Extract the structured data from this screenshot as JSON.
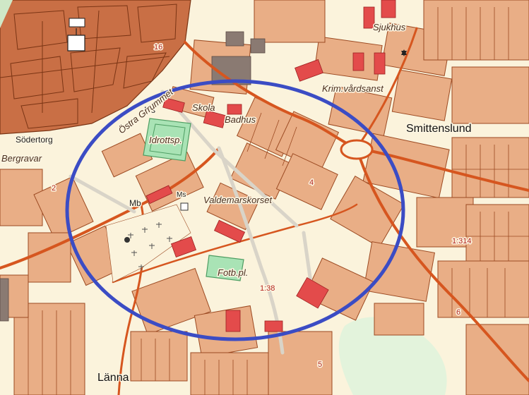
{
  "colors": {
    "background": "#fbf3dc",
    "block": "#e9ae86",
    "block_dense": "#c96f45",
    "outline": "#9c4a22",
    "road": "#d6561f",
    "road_minor": "#d9d4c8",
    "public_building": "#e34b4b",
    "sports_field": "#a9e3b5",
    "green_area": "#e3f3dc",
    "ellipse": "#3b4cc4"
  },
  "labels": {
    "sjukhus": "Sjukhus",
    "krim": "Krim.vårdsanst",
    "smittenslund": "Smittenslund",
    "skola": "Skola",
    "badhus": "Badhus",
    "ms_top": "Ms",
    "ostra": "Östra Grrummet",
    "sodertorg": "Södertorg",
    "bergravar": "Bergravar",
    "idrottsp": "Idrottsp.",
    "valdemarskorset": "Valdemarskorset",
    "ms_mid": "Ms",
    "mb": "Mb",
    "fotb": "Fotb.pl.",
    "lanna": "Länna",
    "ratio_138": "1:38",
    "ratio_1314": "1:314",
    "num_16": "16",
    "num_2": "2",
    "num_4": "4",
    "num_5": "5",
    "num_6": "6"
  }
}
